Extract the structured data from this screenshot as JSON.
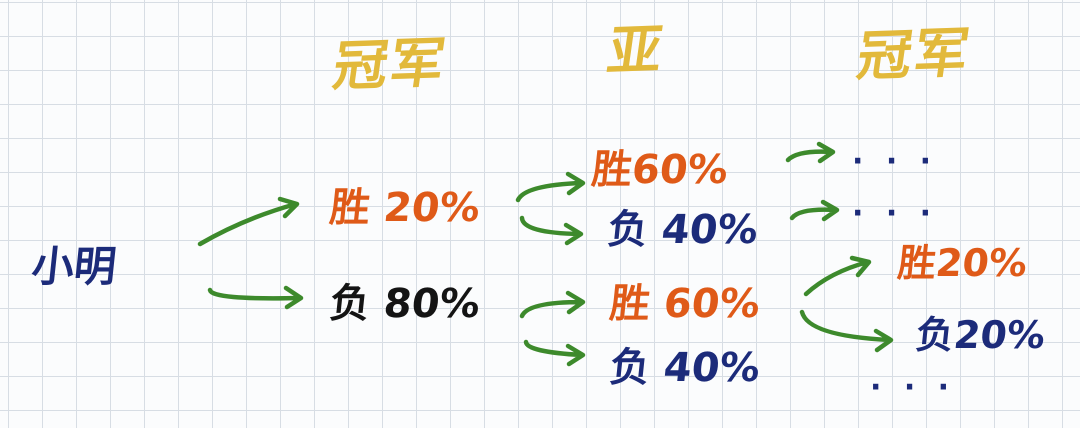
{
  "colors": {
    "header": "#e2b93b",
    "start": "#1c2b7a",
    "win": "#df5a18",
    "lose_round1": "#141414",
    "lose": "#1c2b7a",
    "arrow": "#3d8a2c",
    "dots": "#1c2b7a"
  },
  "headers": {
    "round1": "冠军",
    "round2": "亚",
    "round3": "冠军"
  },
  "start": {
    "label": "小明"
  },
  "round1": {
    "win": "胜 20%",
    "lose": "负 80%"
  },
  "round2": {
    "upper_win": "胜60%",
    "upper_lose": "负 40%",
    "lower_win": "胜 60%",
    "lower_lose": "负 40%"
  },
  "round3": {
    "dots_1": "· · ·",
    "dots_2": "· · ·",
    "win": "胜20%",
    "lose": "负20%",
    "dots_3": "· · ·"
  }
}
